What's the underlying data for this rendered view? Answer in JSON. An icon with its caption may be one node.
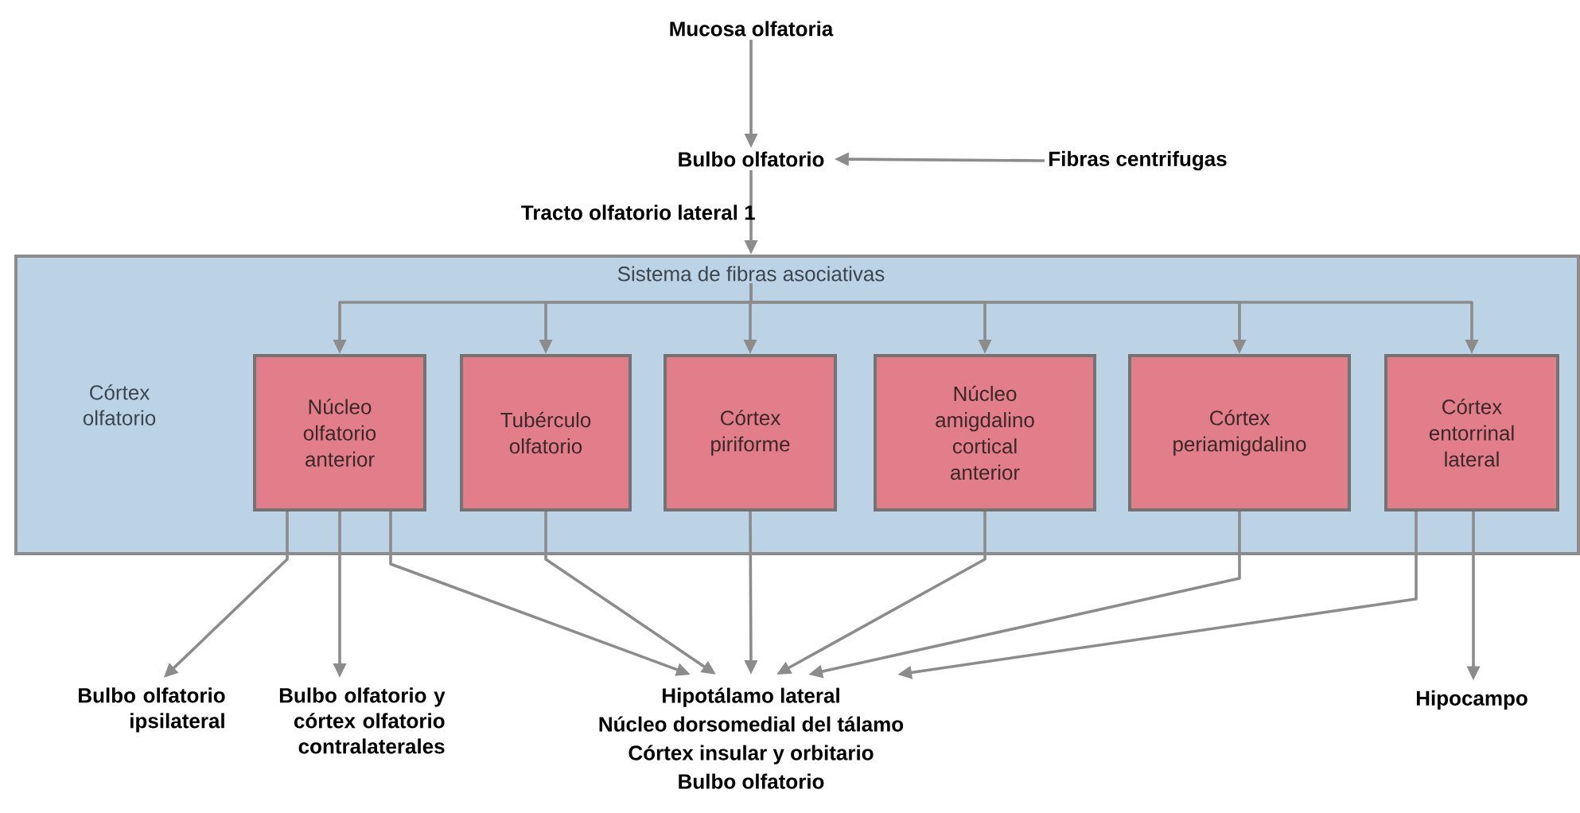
{
  "diagram": {
    "nodes": [
      {
        "text": [
          "Mucosa olfatoria"
        ]
      },
      {
        "text": [
          "Bulbo olfatorio"
        ]
      },
      {
        "text": [
          "Fibras centrifugas"
        ]
      },
      {
        "text": [
          "Córtex olfatorio"
        ]
      },
      {
        "text": [
          "Sistema de fibras asociativas"
        ],
        "in": 3
      },
      {
        "text": [
          "Núcleo olfatorio anterior"
        ],
        "in": 3
      },
      {
        "text": [
          "Tubérculo olfatorio"
        ],
        "in": 3
      },
      {
        "text": [
          "Córtex piriforme"
        ],
        "in": 3
      },
      {
        "text": [
          "Núcleo amigdalino cortical anterior"
        ],
        "in": 3
      },
      {
        "text": [
          "Córtex periamigdalino"
        ],
        "in": 3
      },
      {
        "text": [
          "Córtex entorrinal lateral"
        ],
        "in": 3
      },
      {
        "text": [
          "Bulbo olfatorio ipsilateral"
        ]
      },
      {
        "text": [
          "Bulbo olfatorio y córtex olfatorio contralaterales"
        ]
      },
      {
        "text": [
          "Hipotálamo lateral",
          "Núcleo dorsomedial del tálamo",
          "Córtex insular y orbitario",
          "Bulbo olfatorio"
        ]
      },
      {
        "text": [
          "Hipocampo"
        ]
      }
    ],
    "edges": [
      {
        "from": 0,
        "to": 1,
        "arrow": "to"
      },
      {
        "from": 2,
        "to": 1,
        "arrow": "to"
      },
      {
        "from": 1,
        "to": 3,
        "arrow": "to",
        "label": "Tracto olfatorio lateral 1"
      },
      {
        "from": 4,
        "to": 5,
        "arrow": "to"
      },
      {
        "from": 4,
        "to": 6,
        "arrow": "to"
      },
      {
        "from": 4,
        "to": 7,
        "arrow": "to"
      },
      {
        "from": 4,
        "to": 8,
        "arrow": "to"
      },
      {
        "from": 4,
        "to": 9,
        "arrow": "to"
      },
      {
        "from": 4,
        "to": 10,
        "arrow": "to"
      },
      {
        "from": 5,
        "to": 11,
        "arrow": "to"
      },
      {
        "from": 5,
        "to": 12,
        "arrow": "to"
      },
      {
        "from": 5,
        "to": 13,
        "arrow": "to"
      },
      {
        "from": 6,
        "to": 13,
        "arrow": "to"
      },
      {
        "from": 7,
        "to": 13,
        "arrow": "to"
      },
      {
        "from": 8,
        "to": 13,
        "arrow": "to"
      },
      {
        "from": 9,
        "to": 13,
        "arrow": "to"
      },
      {
        "from": 10,
        "to": 13,
        "arrow": "to"
      },
      {
        "from": 10,
        "to": 14,
        "arrow": "to"
      }
    ]
  }
}
